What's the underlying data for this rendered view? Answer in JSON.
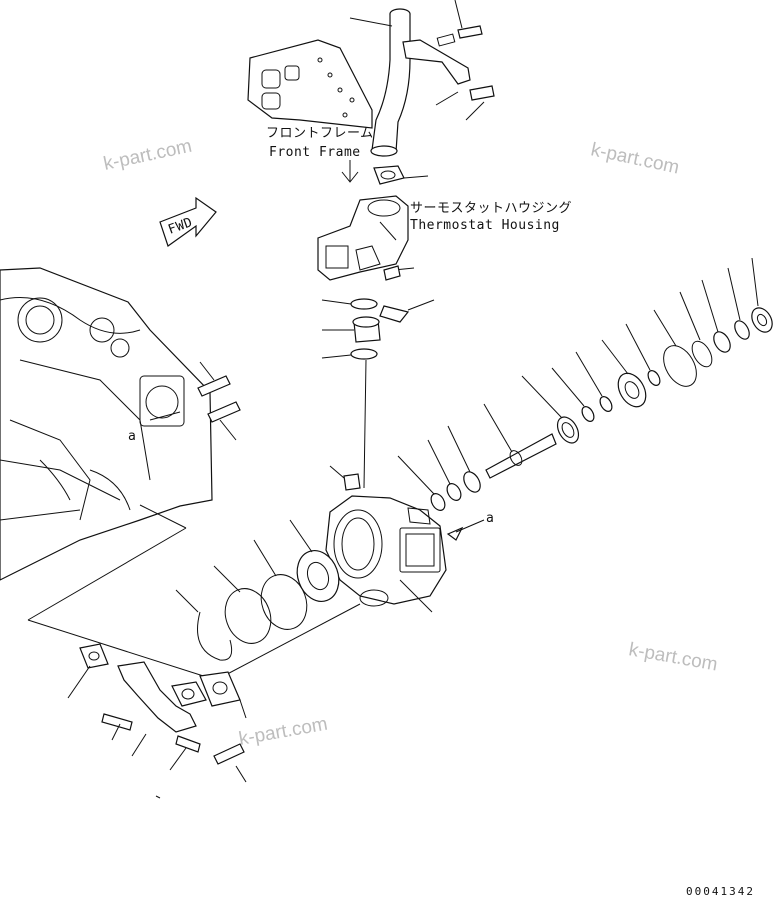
{
  "labels": {
    "front_frame_jp": "フロントフレーム",
    "front_frame_en": "Front Frame",
    "thermostat_jp": "サーモスタットハウジング",
    "thermostat_en": "Thermostat Housing",
    "fwd": "FWD",
    "ref_a_engine": "a",
    "ref_a_pump": "a"
  },
  "watermark": "k-part.com",
  "document_number": "00041342"
}
